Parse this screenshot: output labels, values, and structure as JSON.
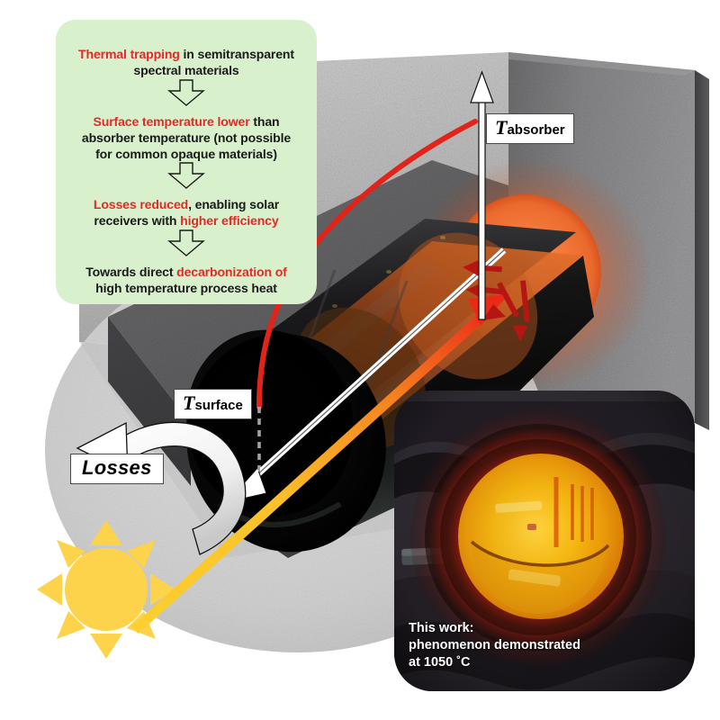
{
  "figure": {
    "title": "Thermal trapping in semitransparent spectral materials",
    "background_color": "#ffffff"
  },
  "flowchart": {
    "box_color": "#d9f0cd",
    "highlight_color": "#e42a26",
    "text_color": "#1a1a1a",
    "steps": [
      {
        "id": "step-1",
        "lines": [
          [
            {
              "t": "Thermal trapping",
              "hl": true
            },
            {
              "t": " in semitransparent",
              "hl": false
            }
          ],
          [
            {
              "t": "spectral materials",
              "hl": false
            }
          ]
        ]
      },
      {
        "id": "step-2",
        "lines": [
          [
            {
              "t": "Surface temperature lower",
              "hl": true
            },
            {
              "t": "  than",
              "hl": false
            }
          ],
          [
            {
              "t": "absorber temperature (not possible",
              "hl": false
            }
          ],
          [
            {
              "t": "for common opaque materials)",
              "hl": false
            }
          ]
        ]
      },
      {
        "id": "step-3",
        "lines": [
          [
            {
              "t": "Losses reduced",
              "hl": true
            },
            {
              "t": ", enabling solar",
              "hl": false
            }
          ],
          [
            {
              "t": "receivers with ",
              "hl": false
            },
            {
              "t": "higher efficiency",
              "hl": true
            }
          ]
        ]
      },
      {
        "id": "step-4",
        "lines": [
          [
            {
              "t": "Towards direct ",
              "hl": false
            },
            {
              "t": "decarbonization of",
              "hl": true
            }
          ],
          [
            {
              "t": "high temperature process heat",
              "hl": true
            }
          ]
        ]
      }
    ],
    "connector_icon": "down-block-arrow-icon",
    "connector_count": 3
  },
  "diagram": {
    "labels": {
      "absorber": {
        "symbol": "T",
        "subscript": "absorber"
      },
      "surface": {
        "symbol": "T",
        "subscript": "surface"
      },
      "losses": "Losses"
    },
    "colors": {
      "solar_ray_start": "#fcd34a",
      "solar_ray_end": "#e8251d",
      "temperature_curve": "#e2231a",
      "cavity_glow": "#f2762e",
      "wall_light": "#b7b7b7",
      "wall_dark": "#4e4e50",
      "tube_body": "#101010"
    },
    "sun": {
      "icon": "sun-icon",
      "color": "#fcd34a",
      "ray_count": 8
    },
    "arrows": {
      "temperature_axis": "up-arrow-icon",
      "loss_arrow": "curved-back-arrow-icon",
      "incoming_ray": "solar-ray-arrow-icon",
      "reemission_arrows": "red-radiation-arrows-icon"
    }
  },
  "inset": {
    "name": "furnace-aperture-photo",
    "caption_lines": [
      "This work:",
      "phenomenon demonstrated",
      "at 1050 ˚C"
    ],
    "caption_color": "#ffffff",
    "glow_core_color": "#ffbe12",
    "glow_ring_color": "#f4411c",
    "body_color": "#332e36"
  }
}
